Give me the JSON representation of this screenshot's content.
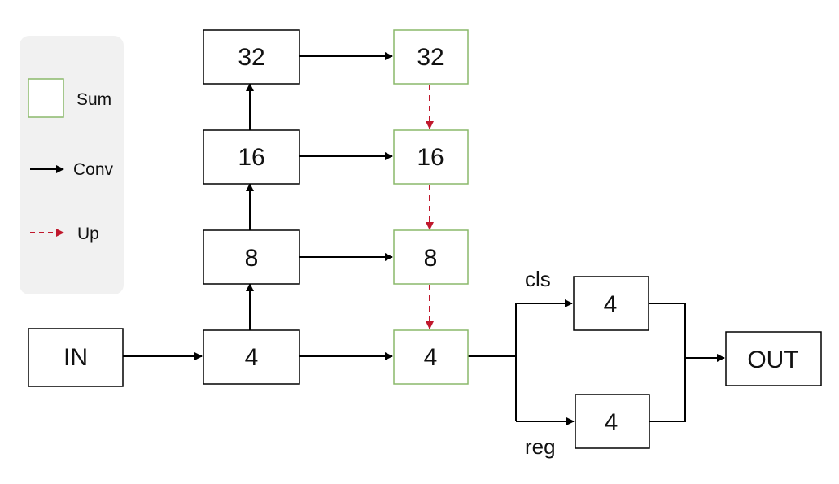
{
  "legend": {
    "sum_label": "Sum",
    "conv_label": "Conv",
    "up_label": "Up"
  },
  "colors": {
    "sum_border": "#8ab96a",
    "conv_arrow": "#000000",
    "up_arrow": "#c0182c",
    "legend_bg": "#f1f1f1"
  },
  "nodes": {
    "input": "IN",
    "output": "OUT",
    "backbone": [
      "4",
      "8",
      "16",
      "32"
    ],
    "sum": [
      "4",
      "8",
      "16",
      "32"
    ],
    "cls_head": "4",
    "reg_head": "4"
  },
  "edge_labels": {
    "cls": "cls",
    "reg": "reg"
  }
}
